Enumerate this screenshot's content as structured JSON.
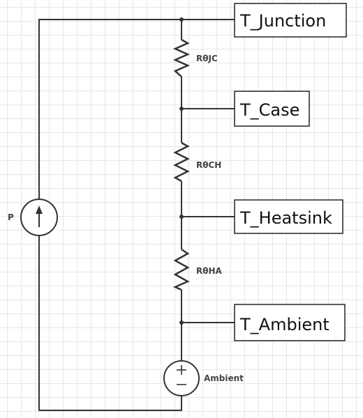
{
  "diagram": {
    "power_source": {
      "label": "P"
    },
    "resistors": [
      {
        "label": "RθJC"
      },
      {
        "label": "RθCH"
      },
      {
        "label": "RθHA"
      }
    ],
    "voltage_source": {
      "label": "Ambient"
    },
    "terminals": [
      {
        "label": "T_Junction"
      },
      {
        "label": "T_Case"
      },
      {
        "label": "T_Heatsink"
      },
      {
        "label": "T_Ambient"
      }
    ]
  }
}
